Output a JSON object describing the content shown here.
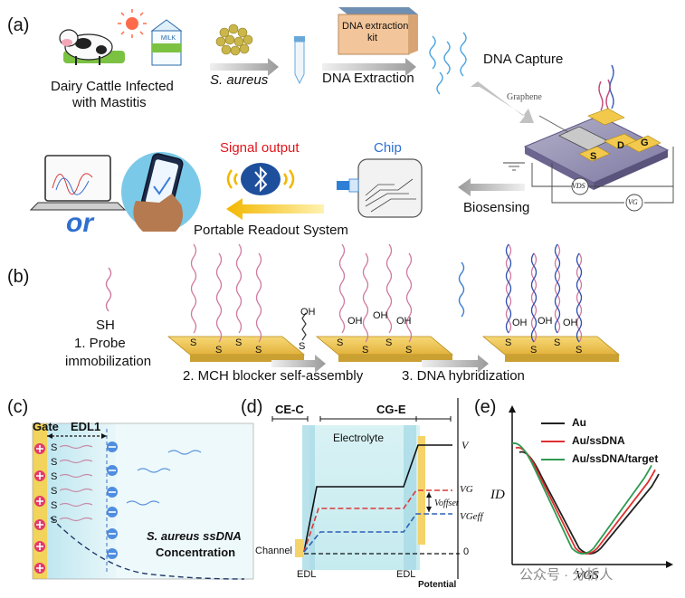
{
  "panels": {
    "a": "(a)",
    "b": "(b)",
    "c": "(c)",
    "d": "(d)",
    "e": "(e)"
  },
  "panel_a": {
    "cattle": "Dairy Cattle Infected",
    "cattle2": "with Mastitis",
    "milk": "MILK",
    "bacteria": "S. aureus",
    "kit1": "DNA extraction",
    "kit2": "kit",
    "extraction": "DNA Extraction",
    "capture": "DNA Capture",
    "graphene": "Graphene",
    "S": "S",
    "D": "D",
    "G": "G",
    "VDS": "VDS",
    "VG": "VG",
    "biosensing": "Biosensing",
    "chip": "Chip",
    "signal": "Signal output",
    "readout": "Portable Readout System",
    "or": "or"
  },
  "panel_b": {
    "sh": "SH",
    "step1a": "1. Probe",
    "step1b": "immobilization",
    "step2": "2. MCH blocker self-assembly",
    "step3": "3. DNA hybridization",
    "S": "S",
    "OH": "OH"
  },
  "panel_c": {
    "gate": "Gate",
    "edl": "EDL1",
    "conc1": "S. aureus ssDNA",
    "conc2": "Concentration",
    "S": "S"
  },
  "panel_d": {
    "cec": "CE-C",
    "cge": "CG-E",
    "electrolyte": "Electrolyte",
    "V": "V",
    "VG": "VG",
    "Voffset": "Voffset",
    "VGeff": "VGeff",
    "zero": "0",
    "channel": "Channel",
    "edl": "EDL",
    "potential": "Potential"
  },
  "panel_e": {
    "legend": [
      "Au",
      "Au/ssDNA",
      "Au/ssDNA/target"
    ],
    "colors": {
      "au": "#222222",
      "ssdna": "#e03030",
      "target": "#2e9a52"
    },
    "ylabel": "ID",
    "xlabel": "VGS"
  },
  "watermark": "公众号 · 分析人"
}
